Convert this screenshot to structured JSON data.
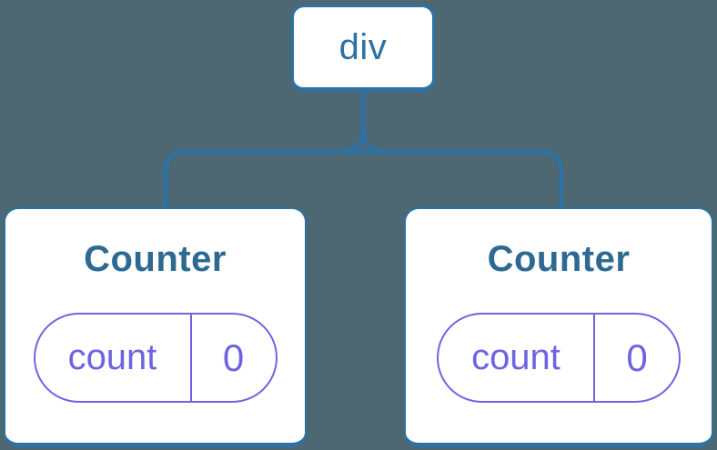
{
  "diagram": {
    "root": {
      "label": "div"
    },
    "children": [
      {
        "title": "Counter",
        "state_key": "count",
        "state_value": "0"
      },
      {
        "title": "Counter",
        "state_key": "count",
        "state_value": "0"
      }
    ]
  },
  "colors": {
    "bg": "#4D6773",
    "blue": "#2D72A2",
    "title-blue": "#2D6A92",
    "purple": "#6E64E0",
    "card-bg": "#FFFFFF"
  }
}
